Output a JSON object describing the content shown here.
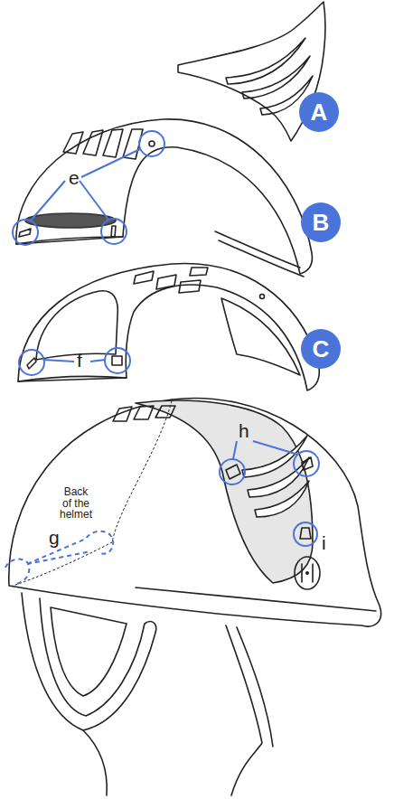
{
  "diagram": {
    "nodes": [
      {
        "text": [
          "A"
        ]
      },
      {
        "text": [
          "B"
        ]
      },
      {
        "text": [
          "C"
        ]
      }
    ],
    "labels": [
      "e",
      "f",
      "Back of the helmet",
      "g",
      "h",
      "i"
    ]
  }
}
